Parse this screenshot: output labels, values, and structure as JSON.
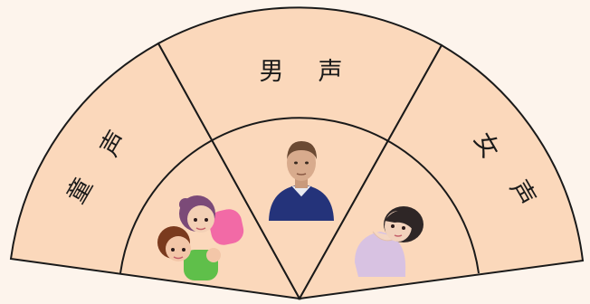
{
  "voice_selector": {
    "sectors": [
      {
        "id": "child",
        "label": "童声",
        "avatar": "children-icon"
      },
      {
        "id": "male",
        "label": "男声",
        "avatar": "man-icon"
      },
      {
        "id": "female",
        "label": "女声",
        "avatar": "woman-icon"
      }
    ]
  },
  "colors": {
    "background": "#fdf4ec",
    "fan_fill": "#fbd8bb",
    "stroke": "#1a1a1a"
  }
}
